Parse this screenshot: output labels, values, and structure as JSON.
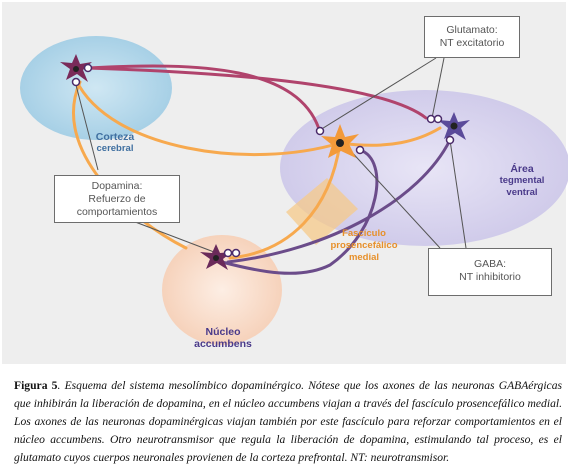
{
  "labels": {
    "glutamate_title": "Glutamato:",
    "glutamate_sub": "NT excitatorio",
    "dopamine_title": "Dopamina:",
    "dopamine_line2": "Refuerzo de",
    "dopamine_line3": "comportamientos",
    "gaba_title": "GABA:",
    "gaba_sub": "NT inhibitorio",
    "cortex_line1": "Corteza",
    "cortex_line2": "cerebral",
    "vta_line1": "Área",
    "vta_line2": "tegmental",
    "vta_line3": "ventral",
    "fasciculus_line1": "Fascículo",
    "fasciculus_line2": "prosencefálico",
    "fasciculus_line3": "medial",
    "accumbens_line1": "Núcleo",
    "accumbens_line2": "accumbens"
  },
  "caption": {
    "label": "Figura 5",
    "text": ". Esquema del sistema mesolímbico dopaminérgico. Nótese que los axones de las neuronas GABAérgicas que inhibirán la liberación de dopamina, en el núcleo accumbens viajan a través del fascículo prosencefálico medial. Los axones de las neuronas  dopaminérgicas viajan  también por este fascículo para reforzar comportamientos en el núcleo accumbens. Otro neurotransmisor que regula la liberación de dopamina, estimulando tal proceso, es el glutamato cuyos cuerpos neuronales provienen de la corteza prefrontal. NT: neurotransmisor."
  },
  "colors": {
    "glutamate_axon": "#b0436c",
    "dopamine_axon": "#f7a94e",
    "gaba_axon": "#6b4c8a",
    "neuron_body": "#6a2a5a",
    "cortex_region": "#a9d3e8",
    "vta_region": "#d5d1ec",
    "accumbens_region": "#f8d9c4",
    "fasciculus_band": "#f6c98a",
    "cortex_text": "#3f6fa0",
    "vta_text": "#4a3a8a",
    "fasciculus_text": "#e7902a",
    "accumbens_text": "#4a3a8a"
  }
}
